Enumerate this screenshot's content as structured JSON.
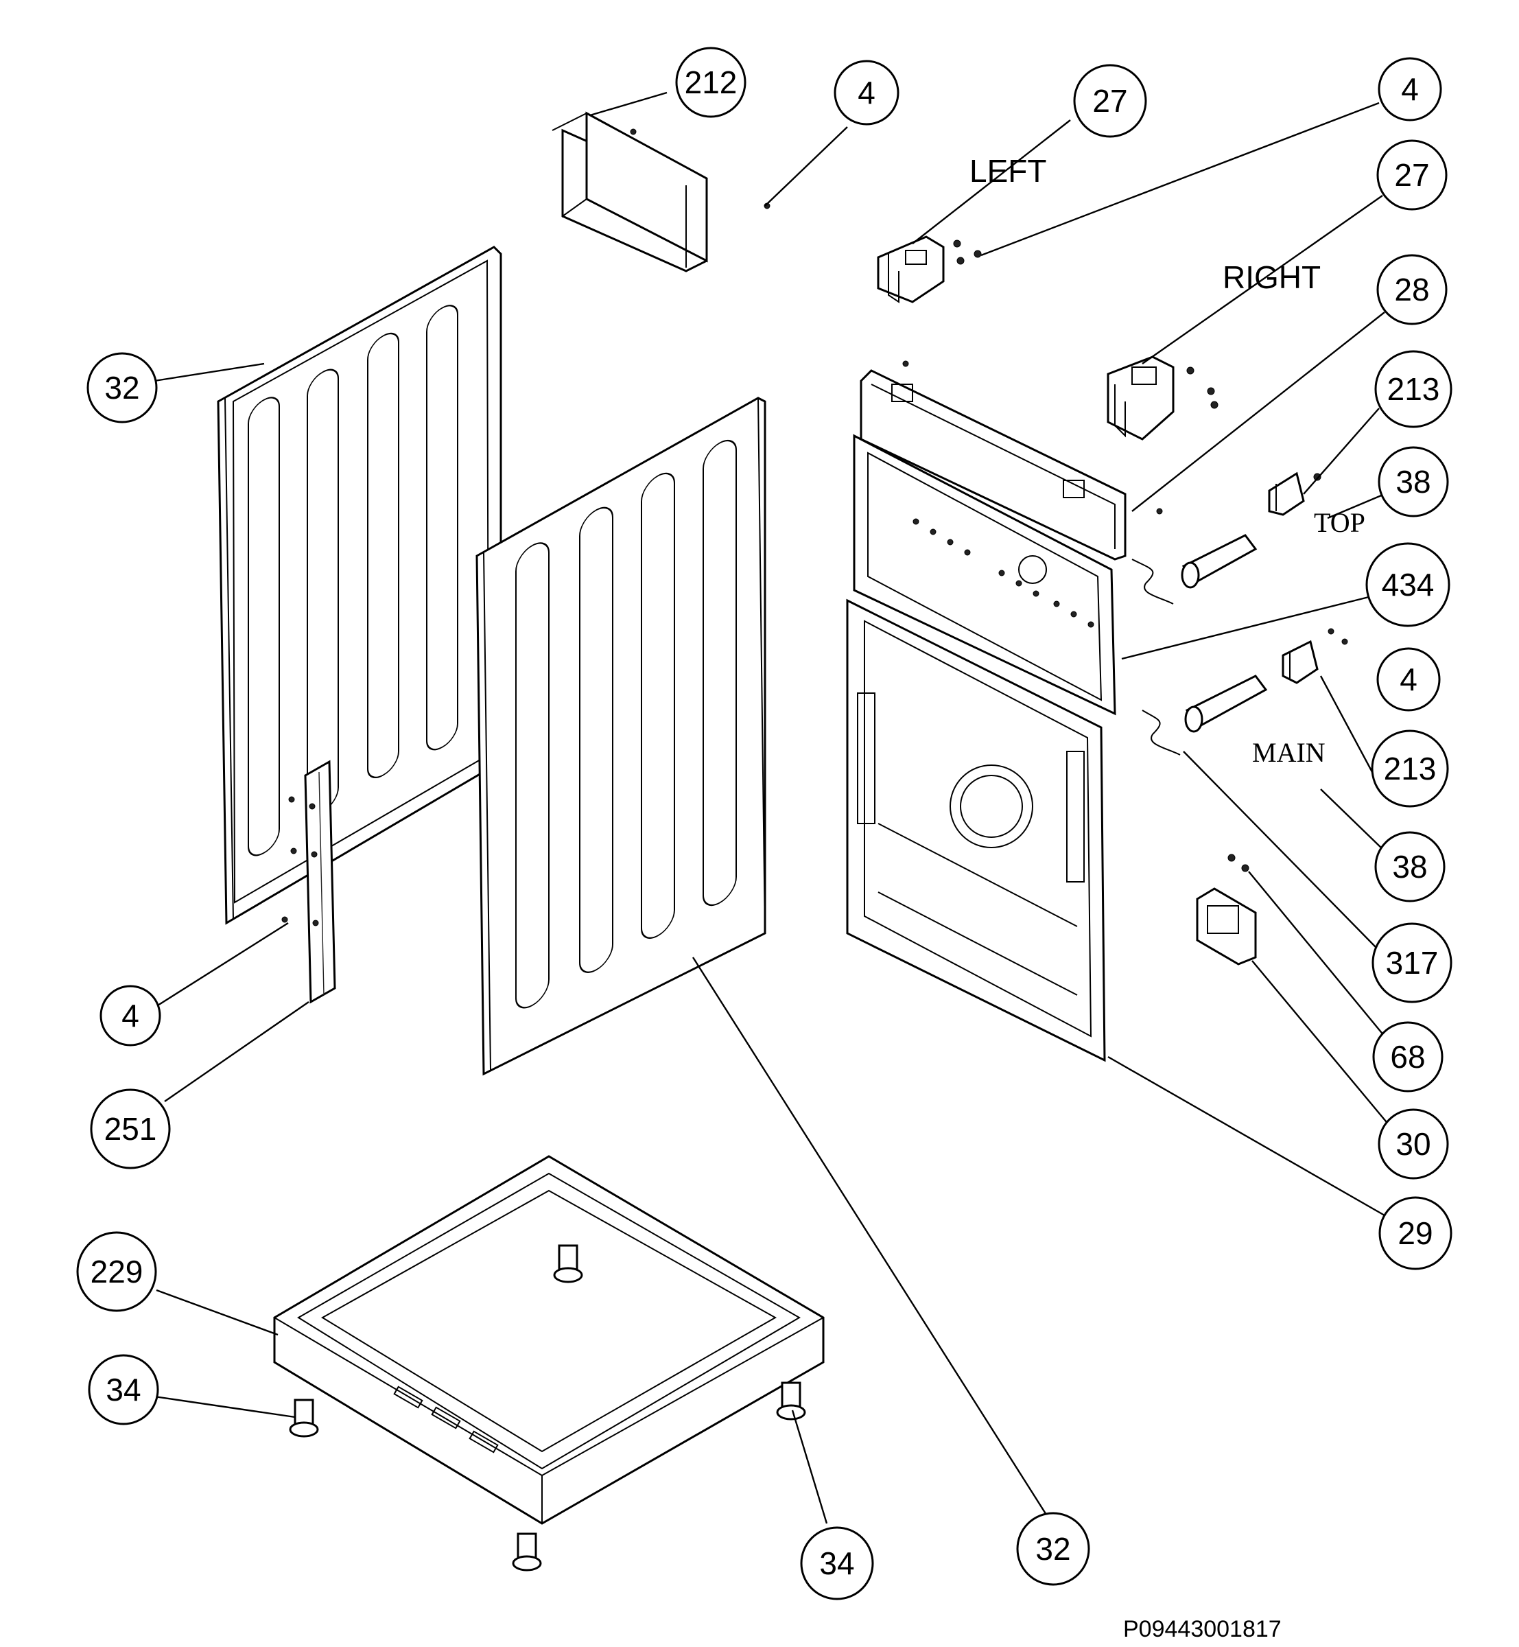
{
  "callouts": [
    {
      "id": "212"
    },
    {
      "id": "4"
    },
    {
      "id": "27"
    },
    {
      "id": "4"
    },
    {
      "id": "27"
    },
    {
      "id": "28"
    },
    {
      "id": "213"
    },
    {
      "id": "38"
    },
    {
      "id": "434"
    },
    {
      "id": "4"
    },
    {
      "id": "213"
    },
    {
      "id": "38"
    },
    {
      "id": "317"
    },
    {
      "id": "68"
    },
    {
      "id": "30"
    },
    {
      "id": "29"
    },
    {
      "id": "32"
    },
    {
      "id": "4"
    },
    {
      "id": "251"
    },
    {
      "id": "229"
    },
    {
      "id": "34"
    },
    {
      "id": "34"
    },
    {
      "id": "32"
    }
  ],
  "labels": {
    "left": "LEFT",
    "right": "RIGHT",
    "top": "TOP",
    "main": "MAIN"
  },
  "drawing_number": "P09443001817"
}
